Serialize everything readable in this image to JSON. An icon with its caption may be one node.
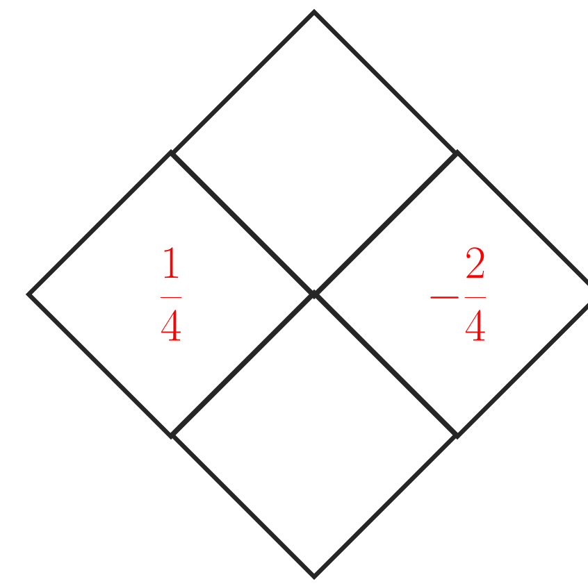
{
  "diagram": {
    "nodes": [
      {
        "text": [],
        "shape": "diamond"
      },
      {
        "text": [
          "\\frac{1}{4}"
        ]
      },
      {
        "text": [
          "-\\frac{2}{4}"
        ]
      },
      {
        "text": [],
        "shape": "diamond"
      }
    ]
  }
}
